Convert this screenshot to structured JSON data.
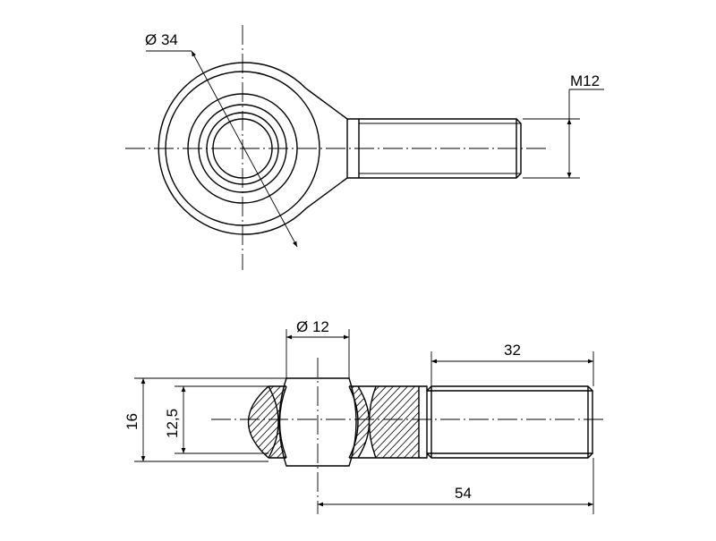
{
  "top_view": {
    "dim_ball_diameter": "Ø 34",
    "dim_thread": "M12"
  },
  "side_view": {
    "dim_bore": "Ø 12",
    "dim_thread_length": "32",
    "dim_height_outer": "16",
    "dim_height_inner": "12,5",
    "dim_total_length": "54"
  },
  "colors": {
    "line": "#000000",
    "background": "#ffffff"
  }
}
